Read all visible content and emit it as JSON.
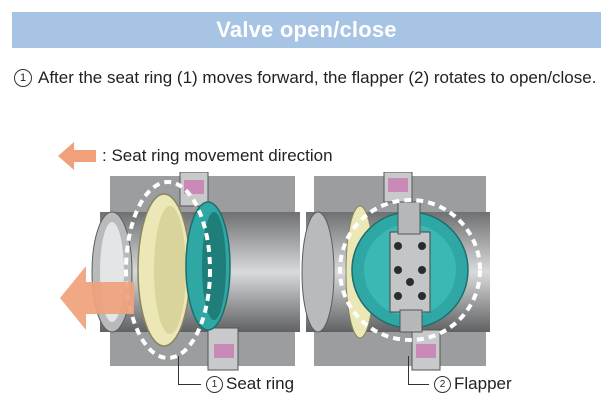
{
  "header": {
    "title": "Valve open/close"
  },
  "step": {
    "number": "1",
    "text": "After the seat ring (1) moves forward, the flapper (2) rotates to open/close."
  },
  "legend": {
    "text": ": Seat ring movement direction"
  },
  "callouts": {
    "seat_ring": {
      "number": "1",
      "label": "Seat ring"
    },
    "flapper": {
      "number": "2",
      "label": "Flapper"
    }
  },
  "colors": {
    "banner": "#a7c4e4",
    "arrow": "#f0a17c",
    "teal": "#2fa7a4",
    "seat_ring": "#ece7b6",
    "body_gray": "#8f9193",
    "pink": "#c98ab8"
  }
}
